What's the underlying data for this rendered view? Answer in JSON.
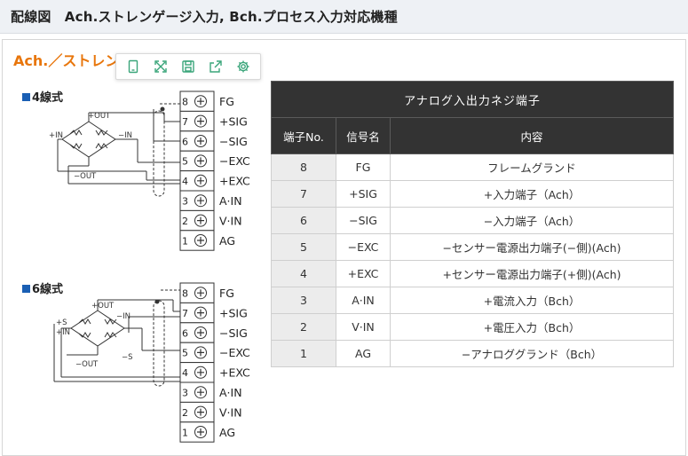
{
  "header": {
    "title": "配線図　Ach.ストレンゲージ入力, Bch.プロセス入力対応機種"
  },
  "section": {
    "title": "Ach.／ストレンゲージ入力"
  },
  "toolbar": {
    "icons": [
      "tablet-icon",
      "expand-icon",
      "save-icon",
      "share-icon",
      "gear-icon"
    ]
  },
  "wiring": {
    "four_wire": {
      "label": "4線式",
      "bridge": {
        "plus_out": "+OUT",
        "minus_out": "−OUT",
        "plus_in": "+IN",
        "minus_in": "−IN"
      },
      "terminals": [
        {
          "no": "8",
          "label": "FG"
        },
        {
          "no": "7",
          "label": "+SIG"
        },
        {
          "no": "6",
          "label": "−SIG"
        },
        {
          "no": "5",
          "label": "−EXC"
        },
        {
          "no": "4",
          "label": "+EXC"
        },
        {
          "no": "3",
          "label": "A·IN"
        },
        {
          "no": "2",
          "label": "V·IN"
        },
        {
          "no": "1",
          "label": "AG"
        }
      ]
    },
    "six_wire": {
      "label": "6線式",
      "bridge": {
        "plus_out": "+OUT",
        "minus_out": "−OUT",
        "plus_in": "+IN",
        "minus_in": "−IN",
        "plus_s": "+S",
        "minus_s": "−S"
      },
      "terminals": [
        {
          "no": "8",
          "label": "FG"
        },
        {
          "no": "7",
          "label": "+SIG"
        },
        {
          "no": "6",
          "label": "−SIG"
        },
        {
          "no": "5",
          "label": "−EXC"
        },
        {
          "no": "4",
          "label": "+EXC"
        },
        {
          "no": "3",
          "label": "A·IN"
        },
        {
          "no": "2",
          "label": "V·IN"
        },
        {
          "no": "1",
          "label": "AG"
        }
      ]
    }
  },
  "table": {
    "title": "アナログ入出力ネジ端子",
    "columns": [
      "端子No.",
      "信号名",
      "内容"
    ],
    "rows": [
      {
        "no": "8",
        "signal": "FG",
        "content": "フレームグランド"
      },
      {
        "no": "7",
        "signal": "+SIG",
        "content": "+入力端子（Ach）"
      },
      {
        "no": "6",
        "signal": "−SIG",
        "content": "−入力端子（Ach）"
      },
      {
        "no": "5",
        "signal": "−EXC",
        "content": "−センサー電源出力端子(−側)(Ach)"
      },
      {
        "no": "4",
        "signal": "+EXC",
        "content": "+センサー電源出力端子(+側)(Ach)"
      },
      {
        "no": "3",
        "signal": "A·IN",
        "content": "+電流入力（Bch）"
      },
      {
        "no": "2",
        "signal": "V·IN",
        "content": "+電圧入力（Bch）"
      },
      {
        "no": "1",
        "signal": "AG",
        "content": "−アナロググランド（Bch）"
      }
    ]
  },
  "colors": {
    "accent": "#e8760c",
    "table_header": "#333333",
    "toolbar_icon": "#3aa57a",
    "bullet": "#1a5fb4"
  }
}
